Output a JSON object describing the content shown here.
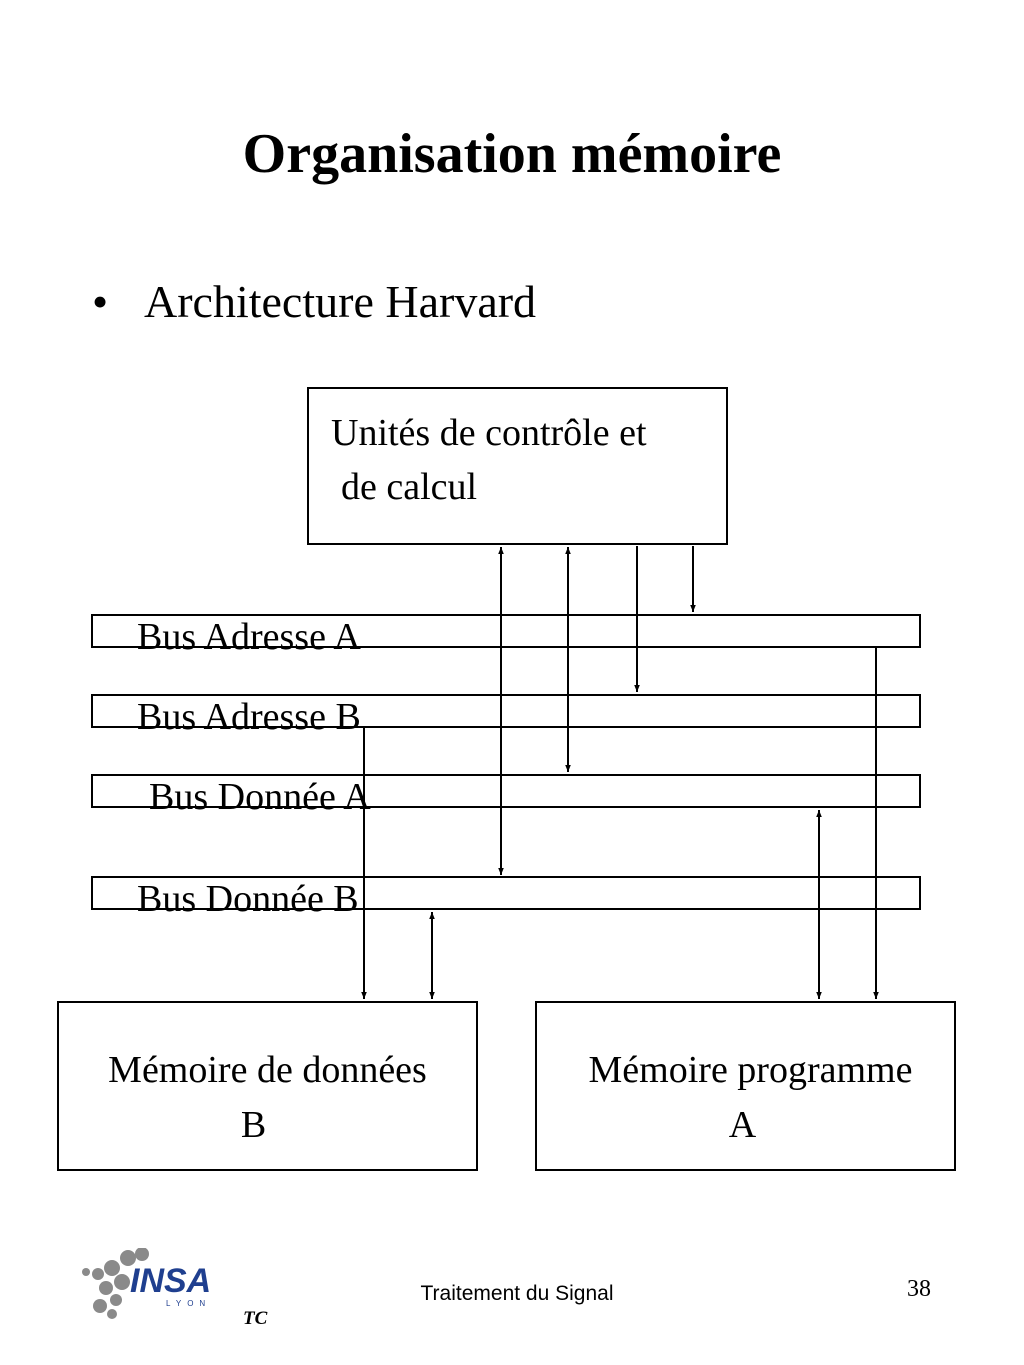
{
  "slide": {
    "title": "Organisation mémoire",
    "bullet_symbol": "•",
    "bullet_text": "Architecture Harvard"
  },
  "diagram": {
    "cpu_line1": "Unités de contrôle et",
    "cpu_line2": "de calcul",
    "buses": {
      "adresse_a": "Bus Adresse A",
      "adresse_b": "Bus Adresse B",
      "donnee_a": "Bus Donnée A",
      "donnee_b": "Bus Donnée B"
    },
    "mem_data_line1": "Mémoire de données",
    "mem_data_line2": "B",
    "mem_prog_line1": "Mémoire programme",
    "mem_prog_line2": "A"
  },
  "footer": {
    "logo_text": "INSA",
    "logo_subtext": "LYON",
    "dept": "TC",
    "course": "Traitement du Signal",
    "page_number": "38"
  },
  "colors": {
    "ink": "#000000",
    "logo_blue": "#1f3f8f",
    "logo_grey": "#8a8a8a"
  }
}
